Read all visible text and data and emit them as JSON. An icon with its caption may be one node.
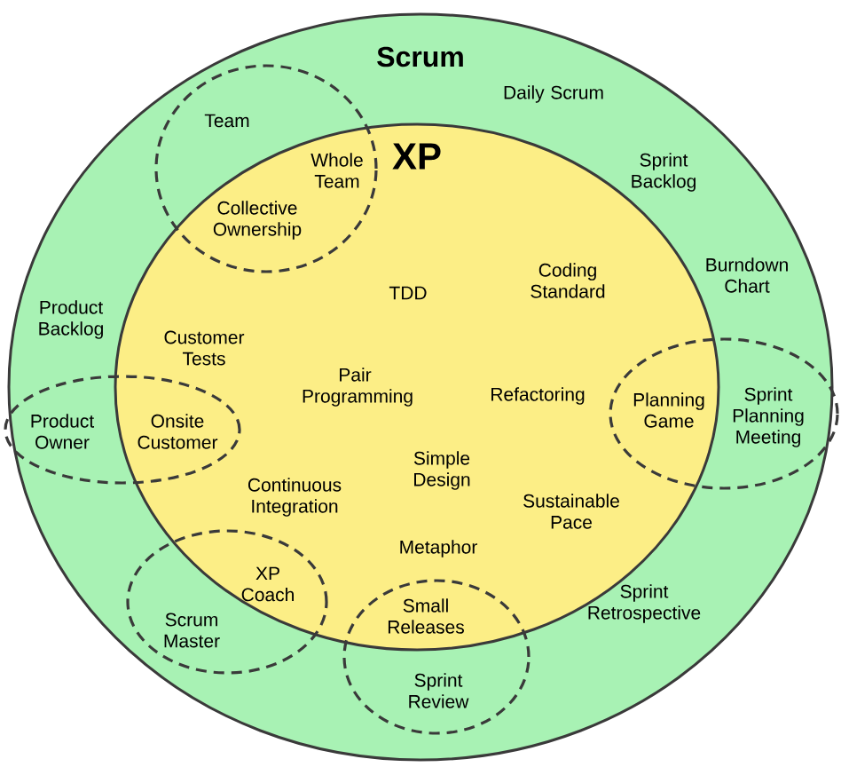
{
  "diagram": {
    "nodes": [
      {
        "text": [
          "Scrum",
          "Daily Scrum",
          "Sprint Backlog",
          "Burndown Chart",
          "Product Backlog",
          "Sprint Retrospective"
        ]
      },
      {
        "text": [
          "XP",
          "TDD",
          "Coding Standard",
          "Customer Tests",
          "Pair Programming",
          "Refactoring",
          "Simple Design",
          "Continuous Integration",
          "Sustainable Pace",
          "Metaphor"
        ],
        "in": 0
      },
      {
        "text": [
          "Team",
          "Whole Team",
          "Collective Ownership"
        ],
        "in": 0
      },
      {
        "text": [
          "Product Owner",
          "Onsite Customer"
        ],
        "in": 0
      },
      {
        "text": [
          "Planning Game",
          "Sprint Planning Meeting"
        ],
        "in": 0
      },
      {
        "text": [
          "Scrum Master",
          "XP Coach"
        ],
        "in": 0
      },
      {
        "text": [
          "Small Releases",
          "Sprint Review"
        ],
        "in": 0
      }
    ]
  }
}
